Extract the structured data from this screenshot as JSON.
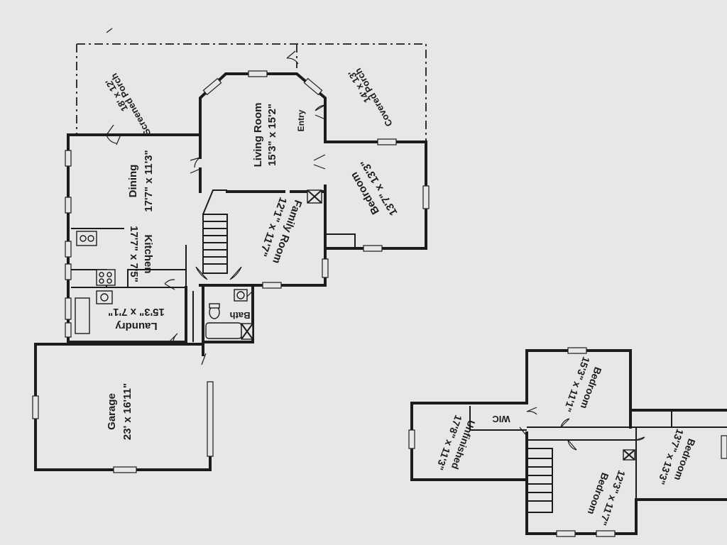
{
  "floor_plan": {
    "main_floor": {
      "screened_porch": {
        "name": "Screened Porch",
        "size": "18' x 12'"
      },
      "covered_porch": {
        "name": "Covered Porch",
        "size": "14' x 13'"
      },
      "living_room": {
        "name": "Living Room",
        "size": "15'3\" x 15'2\""
      },
      "entry": {
        "name": "Entry"
      },
      "dining": {
        "name": "Dining",
        "size": "17'7\" x 11'3\""
      },
      "bedroom": {
        "name": "Bedroom",
        "size": "13'7\" x 13'3\""
      },
      "family_room": {
        "name": "Family Room",
        "size": "12'1\" x 11'7\""
      },
      "kitchen": {
        "name": "Kitchen",
        "size": "17'7\" x 7'5\""
      },
      "bath": {
        "name": "Bath"
      },
      "laundry": {
        "name": "Laundry",
        "size": "15'3\" x 7'1\""
      },
      "garage": {
        "name": "Garage",
        "size": "23' x 16'11\""
      }
    },
    "upper_floor": {
      "bedroom_top": {
        "name": "Bedroom",
        "size": "15'3\" x 11'1\""
      },
      "wic": {
        "name": "WIC"
      },
      "unfinished": {
        "name": "Unfinished",
        "size": "17'8\" x 11'3\""
      },
      "bedroom_right": {
        "name": "Bedroom",
        "size": "13'7\" x 13'3\""
      },
      "bedroom_bottom": {
        "name": "Bedroom",
        "size": "12'3\" x 11'7\""
      }
    }
  }
}
